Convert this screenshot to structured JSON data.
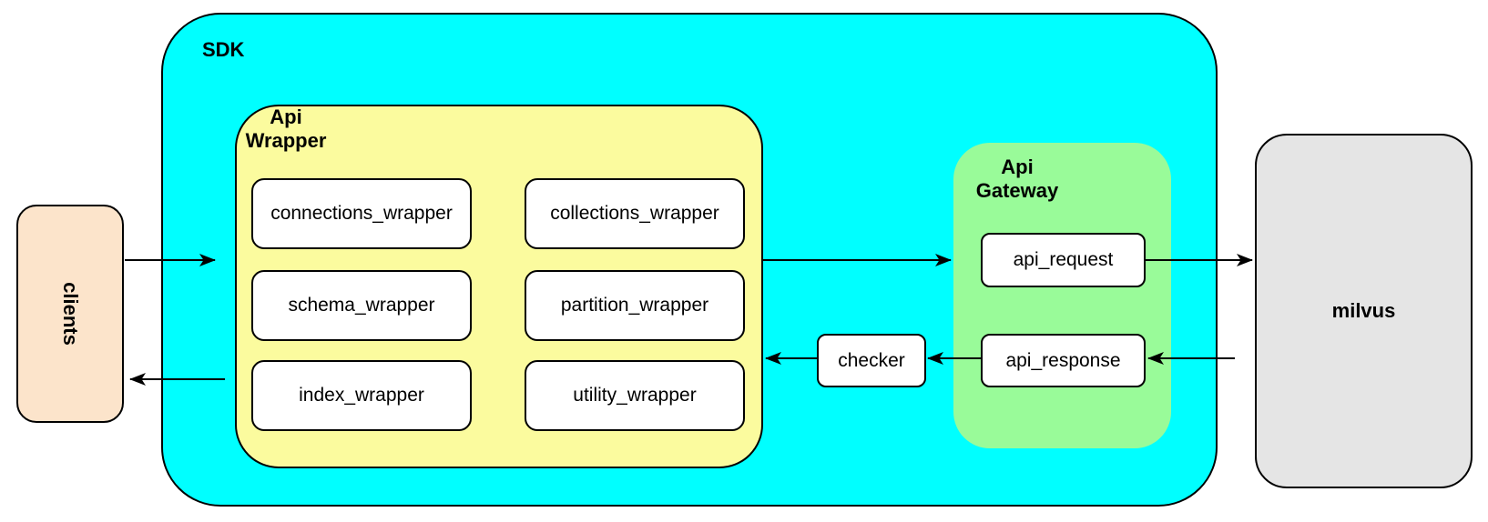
{
  "diagram": {
    "clients": {
      "label": "clients",
      "fill": "#FCE4CB"
    },
    "sdk": {
      "label": "SDK",
      "fill": "#00FFFF"
    },
    "api_wrapper": {
      "label": "Api\nWrapper",
      "fill": "#FBFB9E",
      "boxes": [
        {
          "label": "connections_wrapper"
        },
        {
          "label": "collections_wrapper"
        },
        {
          "label": "schema_wrapper"
        },
        {
          "label": "partition_wrapper"
        },
        {
          "label": "index_wrapper"
        },
        {
          "label": "utility_wrapper"
        }
      ]
    },
    "checker": {
      "label": "checker"
    },
    "api_gateway": {
      "label": "Api\nGateway",
      "fill": "#99FB99",
      "request": {
        "label": "api_request"
      },
      "response": {
        "label": "api_response"
      }
    },
    "milvus": {
      "label": "milvus",
      "fill": "#E5E5E5"
    },
    "arrows": [
      {
        "from": "clients",
        "to": "api_wrapper"
      },
      {
        "from": "api_wrapper",
        "to": "api_request"
      },
      {
        "from": "api_request",
        "to": "milvus"
      },
      {
        "from": "milvus",
        "to": "api_response"
      },
      {
        "from": "api_response",
        "to": "checker"
      },
      {
        "from": "checker",
        "to": "api_wrapper"
      },
      {
        "from": "api_wrapper",
        "to": "clients"
      }
    ],
    "colors": {
      "border": "#000000",
      "node_fill": "#FFFFFF",
      "sdk_fill": "#00FFFF",
      "api_wrapper_fill": "#FBFB9E",
      "api_gateway_fill": "#99FB99",
      "clients_fill": "#FCE4CB",
      "milvus_fill": "#E5E5E5"
    }
  }
}
